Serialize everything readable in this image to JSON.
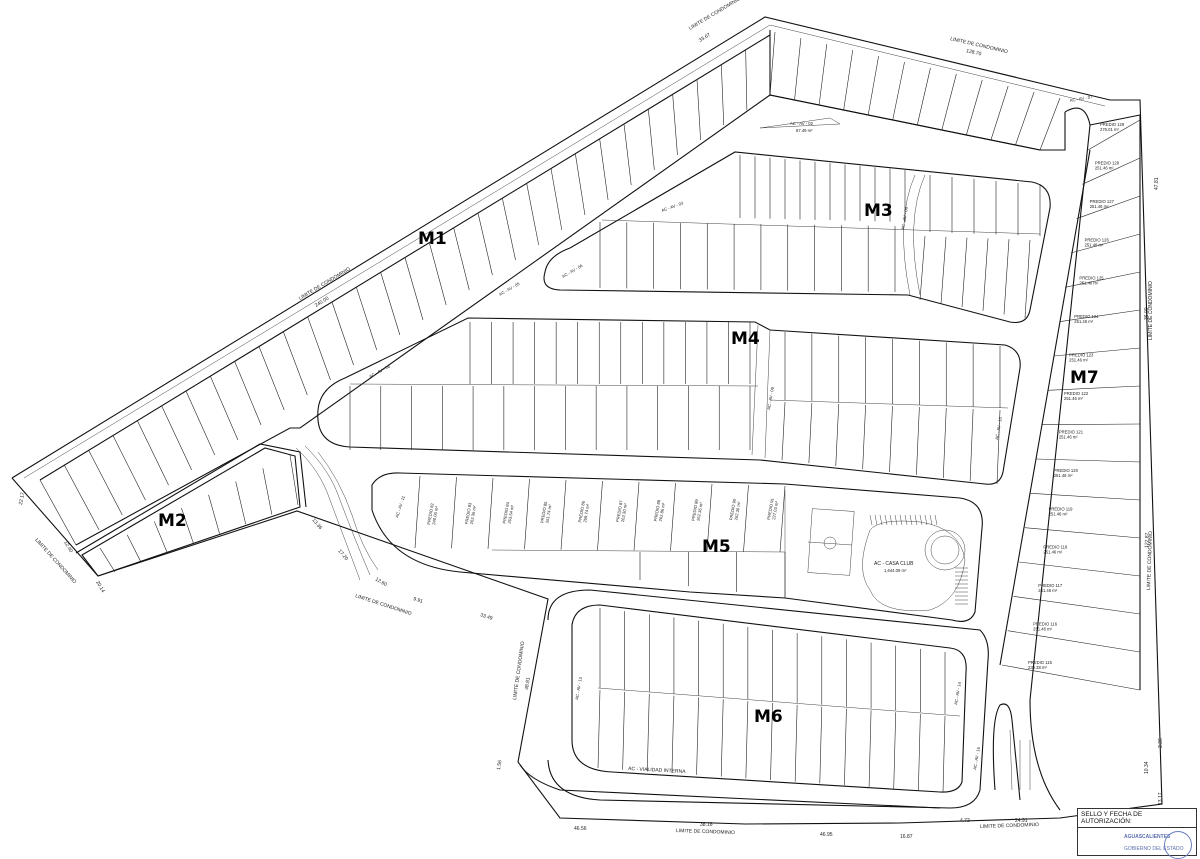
{
  "blocks": [
    "M1",
    "M2",
    "M3",
    "M4",
    "M5",
    "M6",
    "M7"
  ],
  "boundary_labels": {
    "top": "LIMITE DE CONDOMINIO",
    "top_left": "LIMITE DE CONDOMINIO",
    "diag": "LIMITE DE CONDOMINIO",
    "left": "LIMITE DE CONDOMINIO",
    "mid_bottom": "LIMITE DE CONDOMINIO",
    "vertical": "LIMITE DE CONDOMINIO",
    "bottom": "LIMITE DE CONDOMINIO",
    "bottom_right": "LIMITE DE CONDOMINIO",
    "right_a": "LIMITE DE CONDOMINIO",
    "right_b": "LIMITE DE CONDOMINIO"
  },
  "dimensions": {
    "d1": "128.70",
    "d2": "33.67",
    "d3": "240.00",
    "d4": "47.81",
    "d5": "36.00",
    "d6": "122.87",
    "d7": "3.36",
    "d8": "13.17",
    "d9": "10.34",
    "d10": "24.91",
    "d11": "16.87",
    "d12": "4.72",
    "d13": "46.95",
    "d14": "38.16",
    "d15": "46.56",
    "d16": "1.56",
    "d17": "48.81",
    "d18": "33.49",
    "d19": "9.91",
    "d20": "12.60",
    "d21": "17.20",
    "d22": "13.36",
    "d23": "20.14",
    "d24": "12.40",
    "d25": "22.17"
  },
  "areas": {
    "club": "AC - CASA CLUB",
    "club_area": "1,644.09 m²",
    "vialidad": "AC - VIALIDAD INTERNA",
    "av02": "AC - AV - 02",
    "av03": "AC - AV - 03",
    "av04": "AC - AV - 04",
    "av05": "AC - AV - 05",
    "av06": "AC - AV - 06",
    "av07": "AC - AV - 07",
    "av08": "AC - AV - 08",
    "av09": "AC - AV - 09",
    "av10": "AC - AV - 10",
    "av11": "AC - AV - 11",
    "av13": "AC - AV - 13",
    "av14": "AC - AV - 14",
    "av16": "AC - AV - 16",
    "area02": "87.49 m²"
  },
  "m7_lots": [
    {
      "name": "PREDIO 129",
      "area": "276.01 m²"
    },
    {
      "name": "PREDIO 128",
      "area": "251.46 m²"
    },
    {
      "name": "PREDIO 127",
      "area": "251.46 m²"
    },
    {
      "name": "PREDIO 126",
      "area": "251.46 m²"
    },
    {
      "name": "PREDIO 125",
      "area": "251.40 m²"
    },
    {
      "name": "PREDIO 124",
      "area": "251.46 m²"
    },
    {
      "name": "PREDIO 123",
      "area": "251.46 m²"
    },
    {
      "name": "PREDIO 122",
      "area": "251.46 m²"
    },
    {
      "name": "PREDIO 121",
      "area": "251.46 m²"
    },
    {
      "name": "PREDIO 120",
      "area": "251.46 m²"
    },
    {
      "name": "PREDIO 119",
      "area": "251.46 m²"
    },
    {
      "name": "PREDIO 118",
      "area": "251.46 m²"
    },
    {
      "name": "PREDIO 117",
      "area": "251.46 m²"
    },
    {
      "name": "PREDIO 116",
      "area": "251.46 m²"
    },
    {
      "name": "PREDIO 115",
      "area": "239.38 m²"
    }
  ],
  "m5_lots": [
    {
      "name": "PREDIO 82",
      "area": "240.00 m²"
    },
    {
      "name": "PREDIO 83",
      "area": "262.36 m²"
    },
    {
      "name": "PREDIO 84",
      "area": "263.54 m²"
    },
    {
      "name": "PREDIO 85",
      "area": "261.74 m²"
    },
    {
      "name": "PREDIO 86",
      "area": "269.74 m²"
    },
    {
      "name": "PREDIO 87",
      "area": "262.30 m²"
    },
    {
      "name": "PREDIO 88",
      "area": "262.86 m²"
    },
    {
      "name": "PREDIO 89",
      "area": "262.36 m²"
    },
    {
      "name": "PREDIO 90",
      "area": "262.36 m²"
    },
    {
      "name": "PREDIO 91",
      "area": "227.03 m²"
    }
  ],
  "stamp": {
    "title": "SELLO Y FECHA DE AUTORIZACIÓN:",
    "org": "AGUASCALIENTES",
    "org_sub": "GOBIERNO DEL ESTADO"
  }
}
